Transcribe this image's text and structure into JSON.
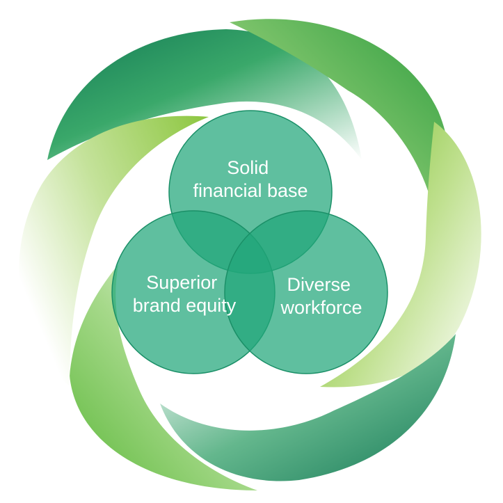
{
  "diagram": {
    "colors": {
      "swirl_dark": "#1e8f5f",
      "swirl_light": "#8cc63f",
      "circle_fill": "#21a67a",
      "circle_stroke": "#1a8f67"
    },
    "circles": [
      {
        "id": "top",
        "line1": "Solid",
        "line2": "financial base"
      },
      {
        "id": "left",
        "line1": "Superior",
        "line2": "brand equity"
      },
      {
        "id": "right",
        "line1": "Diverse",
        "line2": "workforce"
      }
    ]
  }
}
